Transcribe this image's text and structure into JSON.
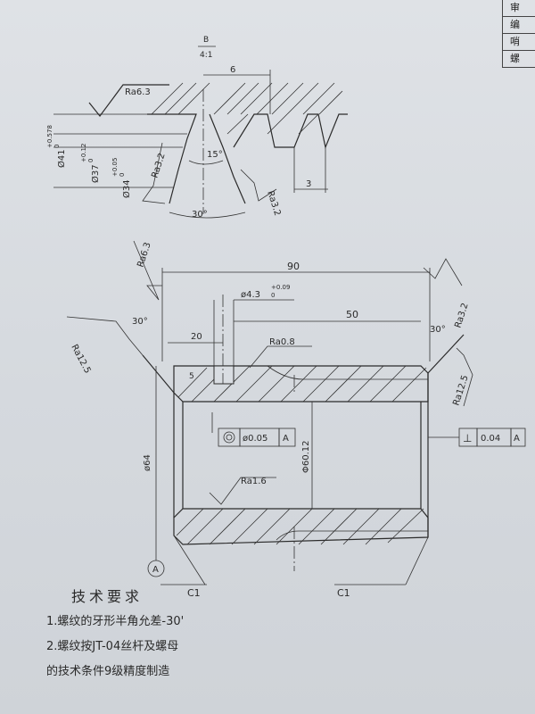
{
  "detail": {
    "label": "B",
    "scale": "4:1",
    "dim_pitch": "6",
    "dim_width": "3",
    "dim_angle_half": "15°",
    "dim_angle_full": "30°",
    "rough_top": "Ra6.3",
    "rough_left": "Ra3.2",
    "rough_right": "Ra3.2",
    "dia_outer": "Ø41",
    "dia_outer_tol": "+0.578",
    "dia_outer_tol_low": "0",
    "dia_mid": "Ø37",
    "dia_mid_tol": "+0.12",
    "dia_mid_tol_low": "0",
    "dia_inner": "Ø34",
    "dia_inner_tol": "+0.05",
    "dia_inner_tol_low": "0"
  },
  "main": {
    "dim_length": "90",
    "dim_hole": "ø4.3",
    "dim_hole_tol": "+0.09",
    "dim_hole_tol_low": "0",
    "dim_50": "50",
    "dim_20": "20",
    "dim_5": "5",
    "angle_left": "30°",
    "angle_right": "30°",
    "rough_top_left": "Ra6.3",
    "rough_left": "Ra12.5",
    "rough_hole": "Ra0.8",
    "rough_right_top": "Ra3.2",
    "rough_right": "Ra12.5",
    "rough_bore": "Ra1.6",
    "dia_outer": "ø64",
    "dia_bore": "Φ60.12",
    "gdt_coax_tol": "ø0.05",
    "gdt_coax_ref": "A",
    "gdt_perp_symbol": "⊥",
    "gdt_perp_tol": "0.04",
    "gdt_perp_ref": "A",
    "datum": "A",
    "chamfer_left": "C1",
    "chamfer_right": "C1"
  },
  "notes": {
    "title": "技术要求",
    "line1": "1.螺纹的牙形半角允差-30'",
    "line2": "2.螺纹按JT-04丝杆及螺母",
    "line3": "的技术条件9级精度制造"
  },
  "title_block": {
    "row1": "审",
    "row2": "编",
    "row3": "哨",
    "row4": "螺"
  }
}
